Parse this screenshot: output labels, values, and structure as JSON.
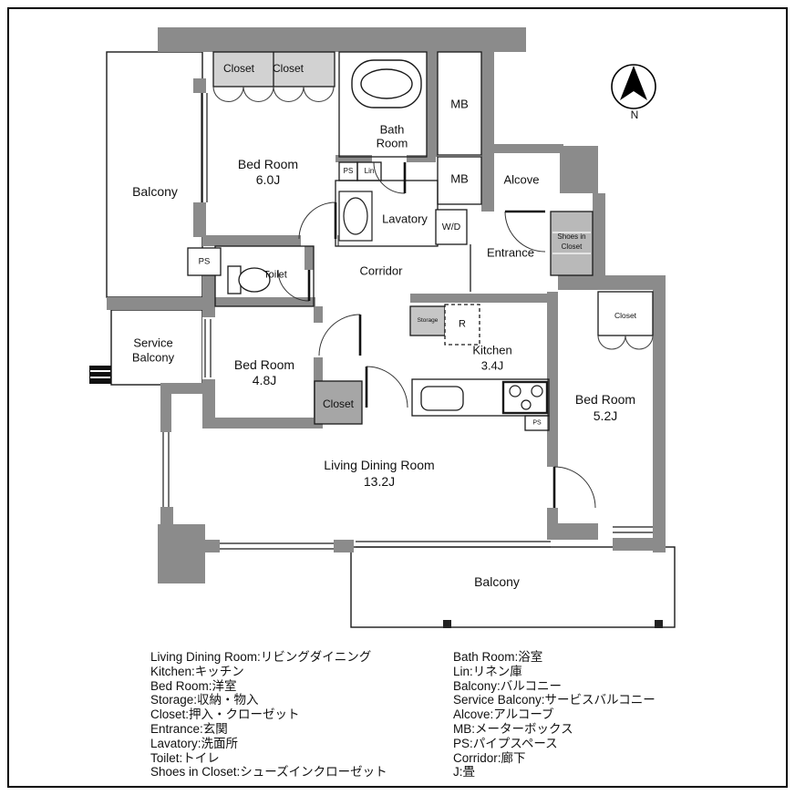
{
  "title": "Apartment floor plan",
  "colors": {
    "wall": "#8b8b8b",
    "line": "#1a1a1a",
    "bg": "#ffffff"
  },
  "compass": {
    "label": "N"
  },
  "labels": {
    "balcony_left": "Balcony",
    "closet_a": "Closet",
    "closet_b": "Closet",
    "bedroom6_name": "Bed Room",
    "bedroom6_size": "6.0J",
    "bath_line1": "Bath",
    "bath_line2": "Room",
    "mb_upper": "MB",
    "mb_lower": "MB",
    "alcove": "Alcove",
    "ps_bath": "PS",
    "lin": "Lin",
    "lavatory": "Lavatory",
    "wd": "W/D",
    "entrance": "Entrance",
    "shoes_line1": "Shoes in",
    "shoes_line2": "Closet",
    "corridor": "Corridor",
    "ps_toilet": "PS",
    "toilet": "Toilet",
    "service_balcony_line1": "Service",
    "service_balcony_line2": "Balcony",
    "bedroom48_name": "Bed Room",
    "bedroom48_size": "4.8J",
    "closet_bedroom48": "Closet",
    "storage": "Storage",
    "fridge": "R",
    "kitchen_name": "Kitchen",
    "kitchen_size": "3.4J",
    "closet_bedroom52": "Closet",
    "bedroom52_name": "Bed Room",
    "bedroom52_size": "5.2J",
    "ldk_name": "Living Dining Room",
    "ldk_size": "13.2J",
    "balcony_bottom": "Balcony",
    "ps_kitchen": "PS"
  },
  "legend": {
    "left": [
      "Living Dining Room:リビングダイニング",
      "Kitchen:キッチン",
      "Bed Room:洋室",
      "Storage:収納・物入",
      "Closet:押入・クローゼット",
      "Entrance:玄関",
      "Lavatory:洗面所",
      "Toilet:トイレ",
      "Shoes in Closet:シューズインクローゼット"
    ],
    "right": [
      "Bath Room:浴室",
      "Lin:リネン庫",
      "Balcony:バルコニー",
      "Service Balcony:サービスバルコニー",
      "Alcove:アルコーブ",
      "MB:メーターボックス",
      "PS:パイプスペース",
      "Corridor:廊下",
      "J:畳"
    ]
  }
}
